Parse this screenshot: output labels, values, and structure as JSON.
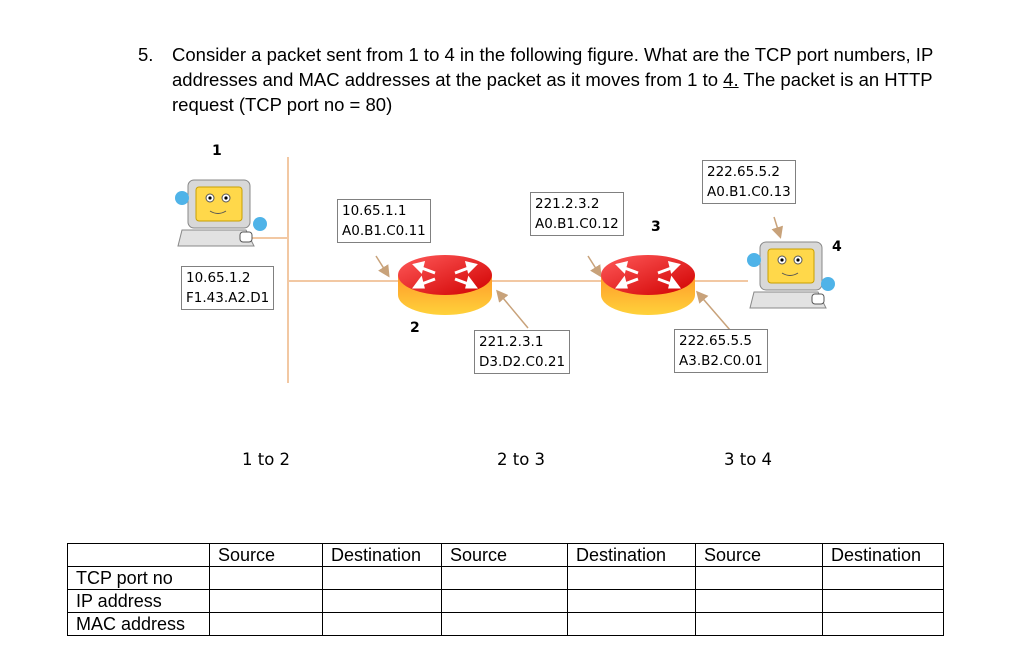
{
  "question": {
    "number": "5.",
    "text_a": "Consider a packet sent from 1 to 4 in the following figure. What are the TCP port numbers, IP addresses and MAC addresses at the packet as it moves from 1 to ",
    "text_underlined": "4.",
    "text_b": " The packet is an HTTP request (TCP port no = 80)"
  },
  "figure": {
    "nodes": [
      {
        "label": "1"
      },
      {
        "label": "2"
      },
      {
        "label": "3"
      },
      {
        "label": "4"
      }
    ],
    "address_boxes": [
      {
        "ip": "10.65.1.2",
        "mac": "F1.43.A2.D1"
      },
      {
        "ip": "10.65.1.1",
        "mac": "A0.B1.C0.11"
      },
      {
        "ip": "221.2.3.1",
        "mac": "D3.D2.C0.21"
      },
      {
        "ip": "221.2.3.2",
        "mac": "A0.B1.C0.12"
      },
      {
        "ip": "222.65.5.5",
        "mac": "A3.B2.C0.01"
      },
      {
        "ip": "222.65.5.2",
        "mac": "A0.B1.C0.13"
      }
    ],
    "segments": [
      "1 to 2",
      "2 to 3",
      "3 to 4"
    ]
  },
  "table": {
    "header": [
      "",
      "Source",
      "Destination",
      "Source",
      "Destination",
      "Source",
      "Destination"
    ],
    "rows": [
      {
        "label": "TCP port no"
      },
      {
        "label": "IP address"
      },
      {
        "label": "MAC address"
      }
    ]
  }
}
